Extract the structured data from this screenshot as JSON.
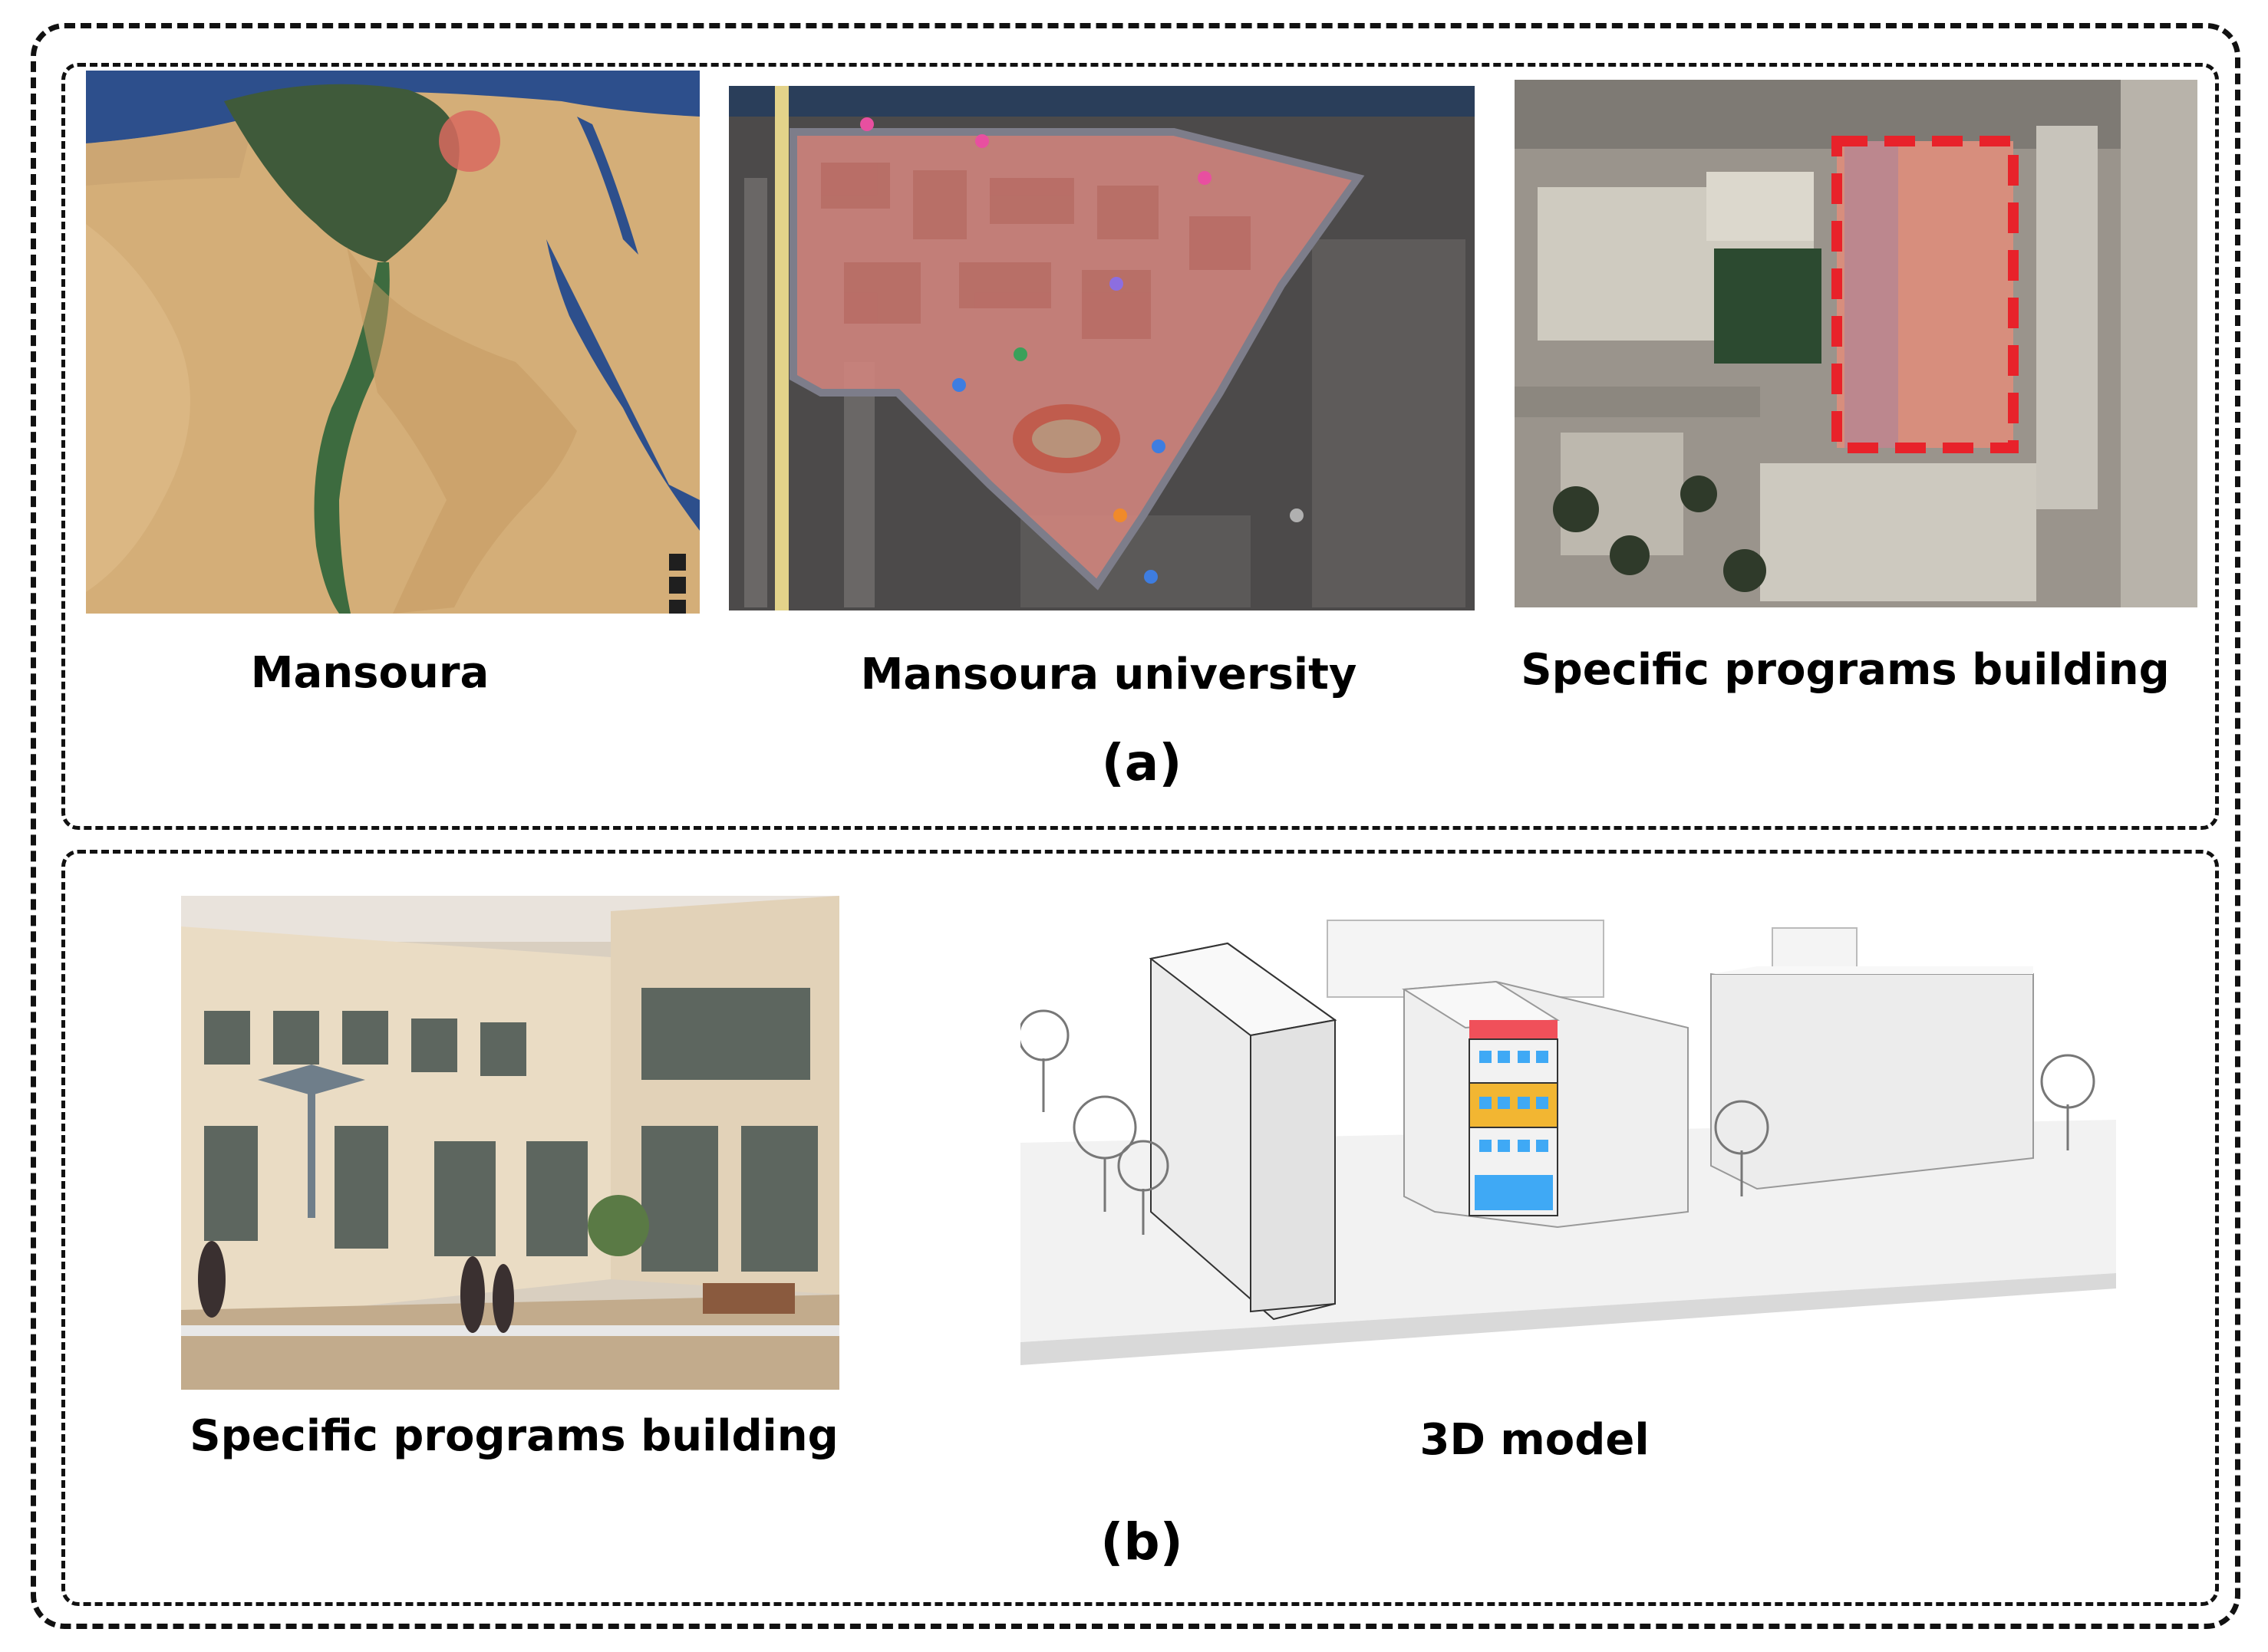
{
  "panel_a": {
    "images": [
      {
        "caption": "Mansoura"
      },
      {
        "caption": "Mansoura university"
      },
      {
        "caption": "Specific programs building"
      }
    ],
    "label": "(a)"
  },
  "panel_b": {
    "images": [
      {
        "caption": "Specific programs building"
      },
      {
        "caption": "3D model"
      }
    ],
    "label": "(b)",
    "model_colors": {
      "roof": "#f0505a",
      "window": "#3fa9f5",
      "floor_band": "#f2b632"
    }
  }
}
